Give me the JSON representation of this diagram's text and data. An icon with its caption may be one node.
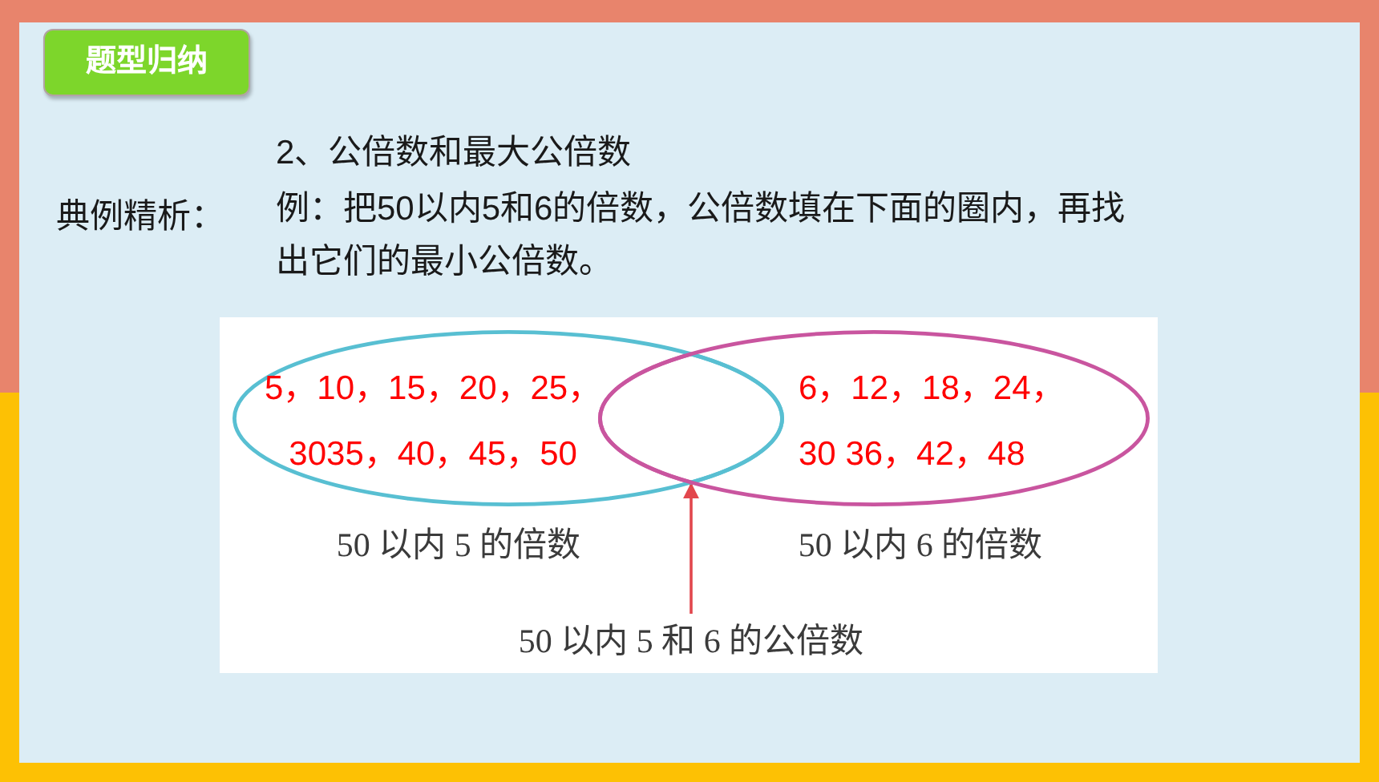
{
  "diagram": {
    "title": "题型归纳",
    "nodes": [
      {
        "text": [
          "5，10，15，20，25， 3035，40，45，50"
        ],
        "beside": [
          "50 以内 5 的倍数"
        ]
      },
      {
        "text": [],
        "shape": "lens"
      },
      {
        "text": [
          "6，12，18，24， 30 36，42，48"
        ],
        "beside": [
          "50 以内 6 的倍数"
        ]
      },
      {
        "text": [
          "50 以内 5 和 6 的公倍数"
        ]
      }
    ],
    "edges": [
      {
        "from": 3,
        "to": 1,
        "arrow": "to"
      }
    ],
    "labels": [
      "2、公倍数和最大公倍数",
      "典例精析：",
      "例：把50以内5和6的倍数，公倍数填在下面的圈内，再找出它们的最小公倍数。"
    ]
  }
}
